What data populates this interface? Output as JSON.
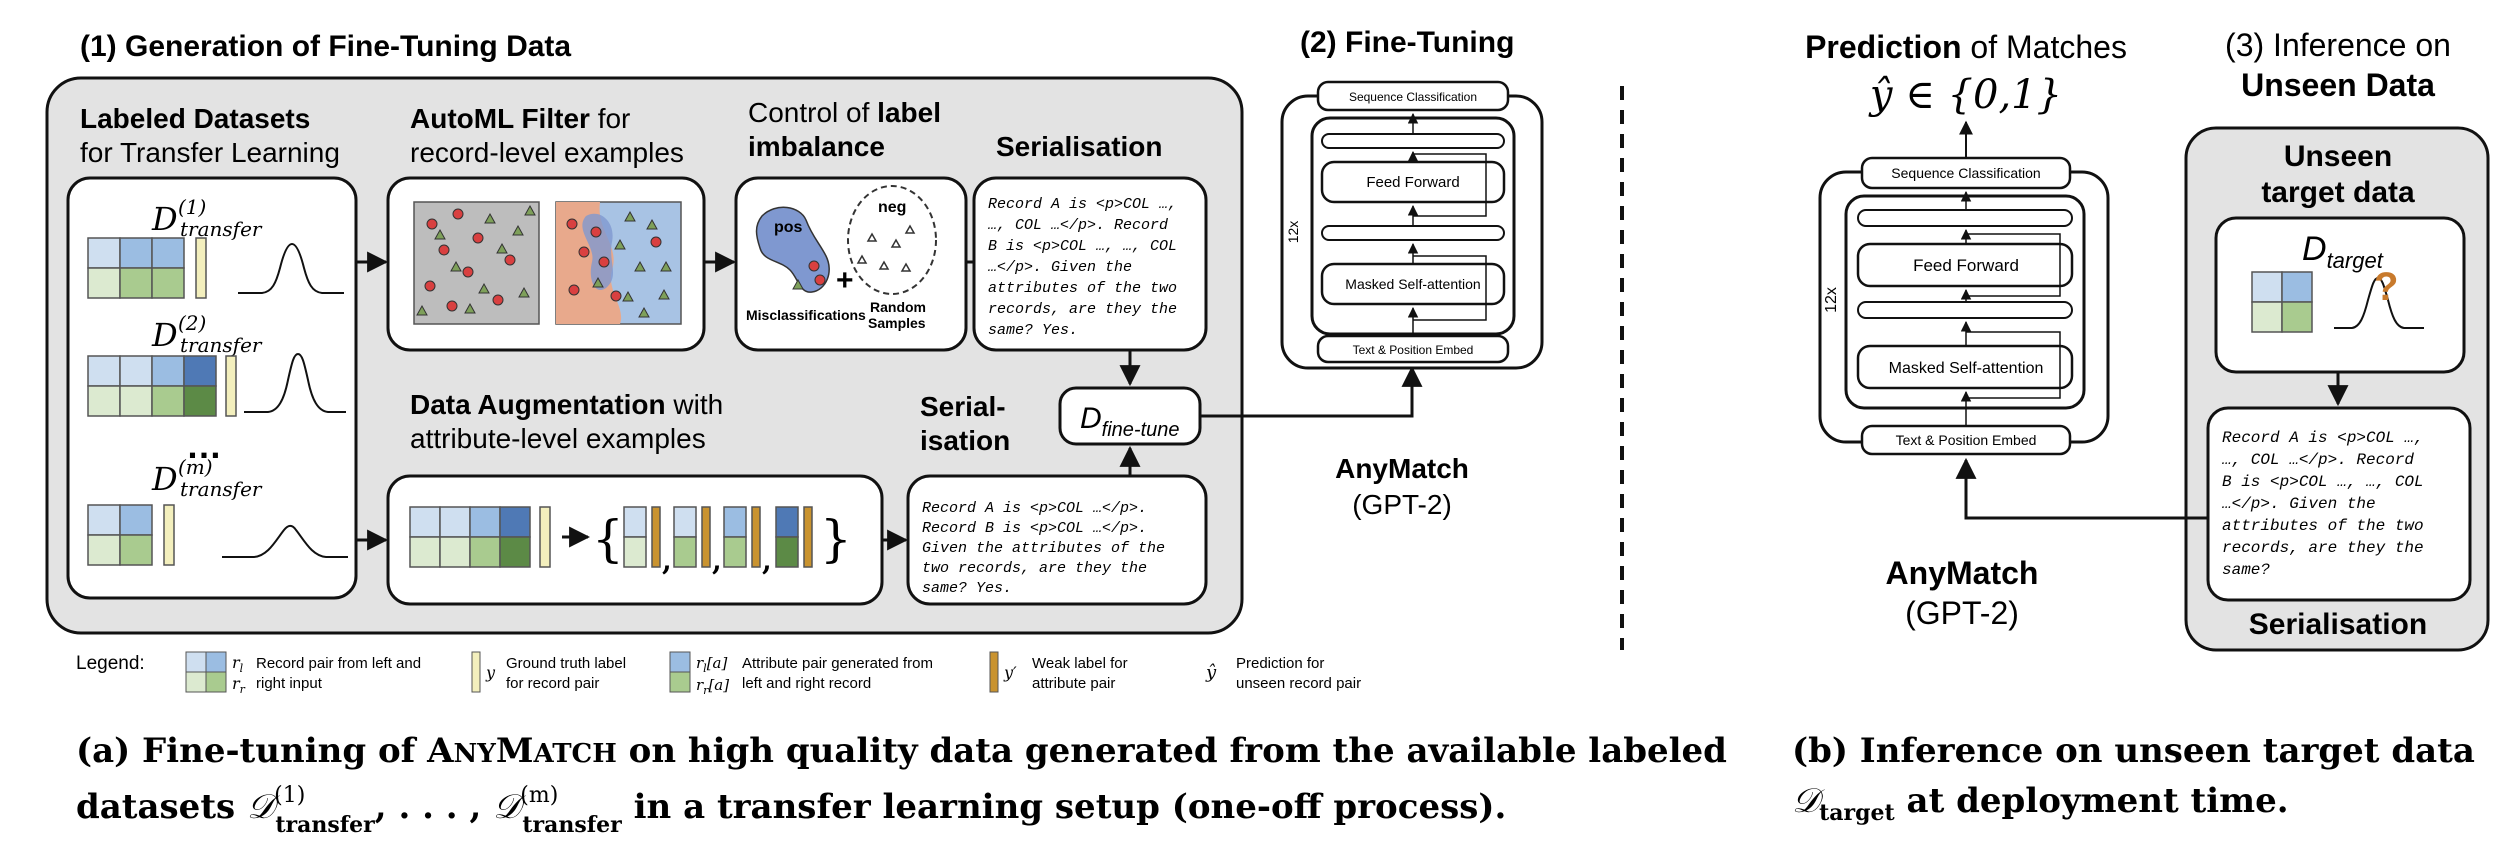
{
  "panel_a": {
    "section1_title": "(1) Generation of Fine-Tuning Data",
    "labeled": {
      "title_bold": "Labeled Datasets",
      "title_rest": "for Transfer Learning",
      "d_base": "D",
      "d1_sup": "(1)",
      "dm_sup": "(m)",
      "d2_sup": "(2)",
      "sub": "transfer",
      "dots": "…"
    },
    "automl": {
      "title_bold": "AutoML Filter",
      "title_rest1": " for",
      "title_rest2": "record-level examples"
    },
    "imbalance": {
      "title1": "Control of ",
      "title_bold1": "label",
      "title_bold2": "imbalance",
      "pos": "pos",
      "neg": "neg",
      "plus": "+",
      "misclass": "Misclassifications",
      "random1": "Random",
      "random2": "Samples"
    },
    "serialisation_title": "Serialisation",
    "serial_text_1": [
      "Record A is <p>COL …,",
      "…, COL …</p>. Record",
      "B is <p>COL …, …, COL",
      "…</p>. Given the",
      "attributes of the two",
      "records, are they the",
      "same? Yes."
    ],
    "augment": {
      "title_bold": "Data Augmentation",
      "title_rest1": " with",
      "title_rest2": "attribute-level examples"
    },
    "serial_label_2": [
      "Serial-",
      "isation"
    ],
    "serial_text_2": [
      "Record A is <p>COL …</p>.",
      "Record B is <p>COL …</p>.",
      "Given the attributes of the",
      "two records, are they the",
      "same? Yes."
    ],
    "d_finetune_base": "D",
    "d_finetune_sub": "fine-tune",
    "section2_title": "(2) Fine-Tuning",
    "model": {
      "seq_class": "Sequence Classification",
      "feed_forward": "Feed Forward",
      "masked_attn": "Masked Self-attention",
      "embed": "Text & Position Embed",
      "repeat": "12x"
    },
    "anymatch": "AnyMatch",
    "gpt2": "(GPT-2)",
    "legend": {
      "label": "Legend:",
      "item1_sym_l": "r",
      "item1_sym_l_sub": "l",
      "item1_sym_r": "r",
      "item1_sym_r_sub": "r",
      "item1_text": [
        "Record pair from left and",
        "right input"
      ],
      "item2_sym": "y",
      "item2_text": [
        "Ground truth label",
        "for record pair"
      ],
      "item3_sym_l": "r",
      "item3_sym_l_sub": "l",
      "item3_sym_l_idx": "[a]",
      "item3_sym_r": "r",
      "item3_sym_r_sub": "r",
      "item3_sym_r_idx": "[a]",
      "item3_text": [
        "Attribute pair generated from",
        "left and right record"
      ],
      "item4_sym": "y′",
      "item4_text": [
        "Weak label for",
        "attribute pair"
      ],
      "item5_sym": "ŷ",
      "item5_text": [
        "Prediction for",
        "unseen record pair"
      ]
    },
    "caption": {
      "prefix": "(a) Fine-tuning of ",
      "name_A": "A",
      "name_rest": "NY",
      "name_M": "M",
      "name_rest2": "ATCH",
      "line1_rest": " on high quality data generated from the available labeled",
      "line2_a": "datasets ",
      "script_d": "𝒟",
      "sup1": "(1)",
      "supm": "(m)",
      "sub": "transfer",
      "line2_mid": ", . . . , ",
      "line2_end": " in a transfer learning setup (one-off process)."
    }
  },
  "panel_b": {
    "prediction_bold": "Prediction",
    "prediction_rest": " of Matches",
    "yhat_expr": "ŷ ∈ {0,1}",
    "section3_title1": "(3) Inference on",
    "section3_title2": "Unseen Data",
    "unseen_title1": "Unseen",
    "unseen_title2": "target data",
    "d_target_base": "D",
    "d_target_sub": "target",
    "question": "?",
    "serial_text": [
      "Record A is <p>COL …,",
      "…, COL …</p>. Record",
      "B is <p>COL …, …, COL",
      "…</p>. Given the",
      "attributes of the two",
      "records, are they the",
      "same?"
    ],
    "serialisation_label": "Serialisation",
    "model": {
      "seq_class": "Sequence Classification",
      "feed_forward": "Feed Forward",
      "masked_attn": "Masked Self-attention",
      "embed": "Text & Position Embed",
      "repeat": "12x"
    },
    "anymatch": "AnyMatch",
    "gpt2": "(GPT-2)",
    "caption": {
      "line1": "(b) Inference on unseen target data",
      "script_d": "𝒟",
      "sub": "target",
      "line2_rest": " at deployment time."
    }
  },
  "colors": {
    "panel_fill": "#e3e3e3",
    "light_blue": "#cfdff0",
    "mid_blue": "#9bbde2",
    "dark_blue": "#4f79b5",
    "light_green": "#dcead0",
    "mid_green": "#a9cb8f",
    "dark_green": "#5c8a46",
    "label_yellow": "#f3efbd",
    "label_orange": "#c9932f",
    "point_red": "#d94040",
    "point_green": "#7ea05a",
    "scatter_grey": "#bdbdbd",
    "region_salmon": "#e8a98c",
    "region_blue": "#a8c3e4",
    "pos_blob": "#7f98d0",
    "question_orange": "#c87a2c"
  }
}
